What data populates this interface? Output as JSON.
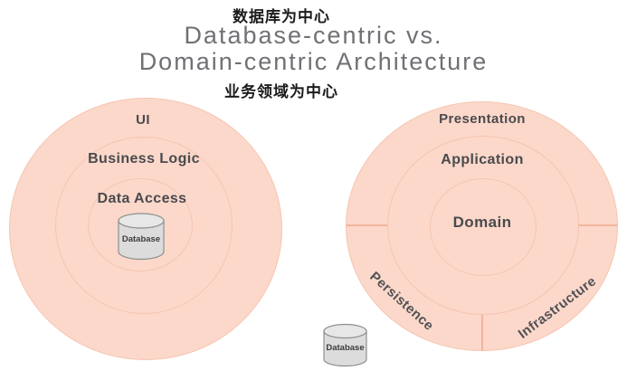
{
  "theme": {
    "ring-fill": "#fbd8ca",
    "ring-stroke": "#f6c5b0",
    "divider-stroke": "#f1b59e",
    "title-color": "#707075",
    "annotation-color": "#1c1c1c",
    "label-color": "#4a4a4e",
    "section-label-color": "#525256",
    "cylinder-fill": "#dcdcdc",
    "cylinder-top-fill": "#e7e7e7",
    "cylinder-stroke": "#8f8f8f",
    "cylinder-label-color": "#3c3c3c"
  },
  "header": {
    "annotation_top": "数据库为中心",
    "title_line1": "Database-centric vs.",
    "title_line2": "Domain-centric Architecture",
    "annotation_bottom": "业务领域为中心"
  },
  "left_diagram": {
    "outer_label": "UI",
    "middle_label": "Business Logic",
    "inner_label": "Data Access",
    "database_label": "Database"
  },
  "right_diagram": {
    "outer_label": "Presentation",
    "middle_label": "Application",
    "inner_label": "Domain",
    "bottom_left_section_label": "Persistence",
    "bottom_right_section_label": "Infrastructure",
    "database_label": "Database"
  }
}
